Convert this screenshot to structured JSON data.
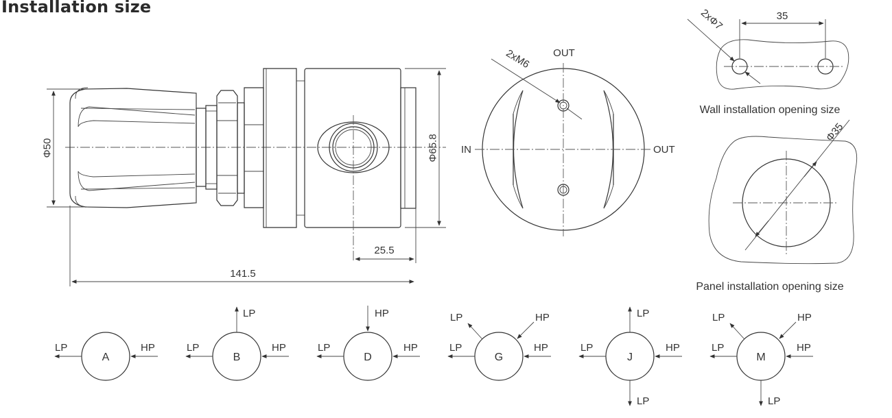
{
  "title": "Installation size",
  "side_view": {
    "dim_knob_diameter": "Φ50",
    "dim_body_diameter": "Φ65.8",
    "dim_port_offset": "25.5",
    "dim_total_length": "141.5"
  },
  "front_view": {
    "label_mount_holes": "2xM6",
    "label_out_top": "OUT",
    "label_in": "IN",
    "label_out_right": "OUT"
  },
  "wall_opening": {
    "label_holes": "2xΦ7",
    "dim_spacing": "35",
    "caption": "Wall installation opening size"
  },
  "panel_opening": {
    "dim_diameter": "Φ35",
    "caption": "Panel installation opening size"
  },
  "port_configs": [
    {
      "code": "A",
      "ports": [
        "LP",
        "HP"
      ]
    },
    {
      "code": "B",
      "ports": [
        "LP",
        "LP",
        "HP"
      ]
    },
    {
      "code": "D",
      "ports": [
        "HP",
        "LP",
        "HP"
      ]
    },
    {
      "code": "G",
      "ports": [
        "LP",
        "HP",
        "LP",
        "HP"
      ]
    },
    {
      "code": "J",
      "ports": [
        "LP",
        "LP",
        "HP",
        "LP"
      ]
    },
    {
      "code": "M",
      "ports": [
        "LP",
        "HP",
        "LP",
        "HP",
        "LP"
      ]
    }
  ]
}
